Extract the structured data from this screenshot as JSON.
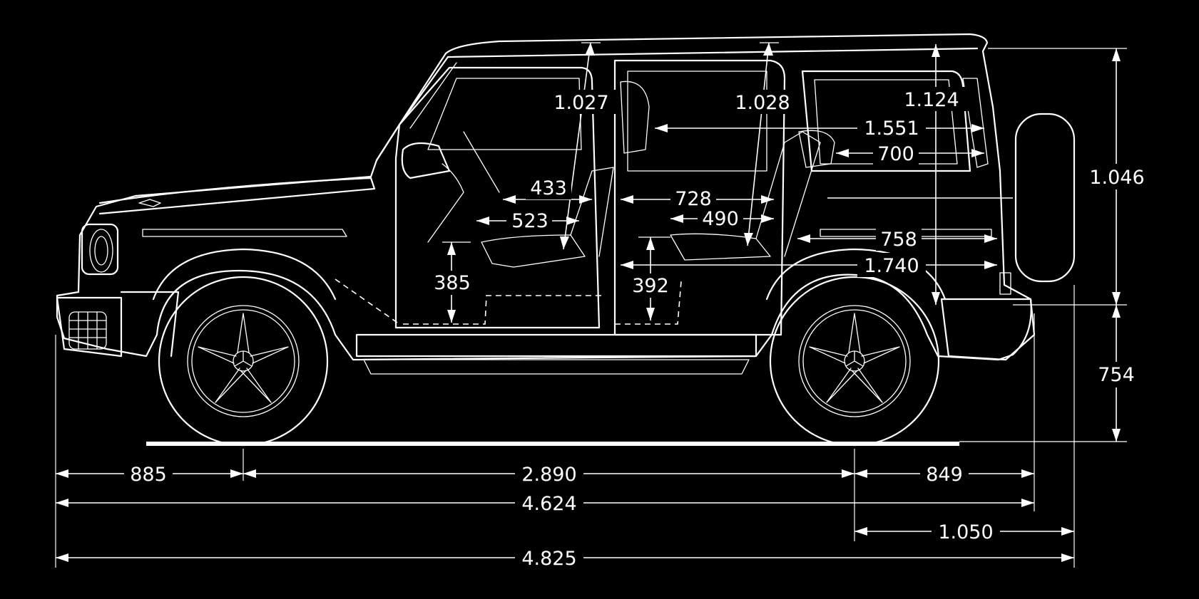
{
  "labels": {
    "front_overhang": "885",
    "wheelbase": "2.890",
    "rear_overhang": "849",
    "length_body": "4.624",
    "rear_to_spare": "1.050",
    "length_total": "4.825",
    "height_upper": "1.046",
    "height_lower": "754",
    "headroom_front": "1.027",
    "headroom_rear": "1.028",
    "headroom_cargo": "1.124",
    "cargo_length_upper": "1.551",
    "cargo_opening": "700",
    "front_knee": "433",
    "front_seat_depth": "523",
    "rear_legroom": "728",
    "rear_seat_depth": "490",
    "cargo_floor_short": "758",
    "cargo_floor_long": "1.740",
    "front_seat_height": "385",
    "rear_seat_height": "392"
  },
  "colors": {
    "background": "#000000",
    "lines": "#ffffff"
  },
  "icons": {
    "wheel_hub": "star-emblem-icon"
  }
}
